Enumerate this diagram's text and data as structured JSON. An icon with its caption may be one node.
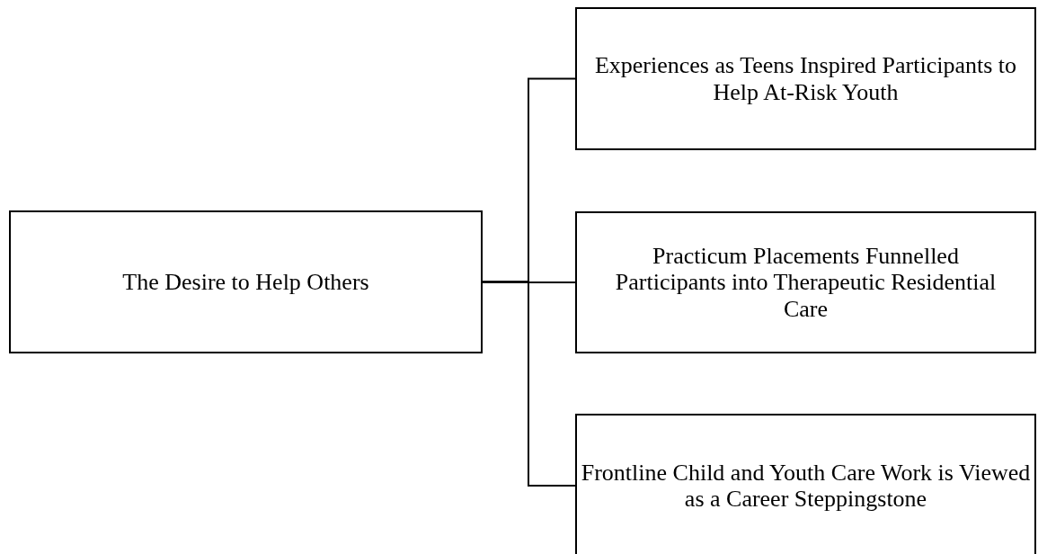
{
  "diagram": {
    "nodes": [
      {
        "text": [
          "The Desire to Help Others"
        ]
      },
      {
        "text": [
          "Experiences as Teens Inspired Participants to Help At-Risk Youth"
        ]
      },
      {
        "text": [
          "Practicum Placements Funnelled Participants into Therapeutic Residential Care"
        ]
      },
      {
        "text": [
          "Frontline Child and Youth Care Work is Viewed as a Career Steppingstone"
        ]
      }
    ],
    "edges": [
      {
        "from": 0,
        "to": 1,
        "arrow": "none"
      },
      {
        "from": 0,
        "to": 2,
        "arrow": "none"
      },
      {
        "from": 0,
        "to": 3,
        "arrow": "none"
      }
    ]
  }
}
